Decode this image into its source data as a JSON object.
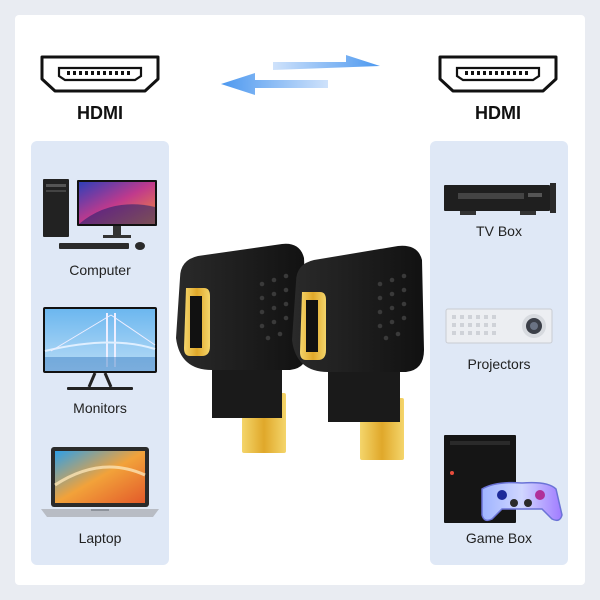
{
  "ports": {
    "left_label": "HDMI",
    "right_label": "HDMI"
  },
  "left_devices": [
    {
      "label": "Computer",
      "icon": "computer-icon"
    },
    {
      "label": "Monitors",
      "icon": "monitor-icon"
    },
    {
      "label": "Laptop",
      "icon": "laptop-icon"
    }
  ],
  "right_devices": [
    {
      "label": "TV Box",
      "icon": "tv-box-icon"
    },
    {
      "label": "Projectors",
      "icon": "projector-icon"
    },
    {
      "label": "Game Box",
      "icon": "game-box-icon"
    }
  ],
  "colors": {
    "panel": "#dfe8f6",
    "arrow": "#5aa0ef",
    "adapter_body": "#1b1b1b",
    "gold": "#e7b93c"
  }
}
